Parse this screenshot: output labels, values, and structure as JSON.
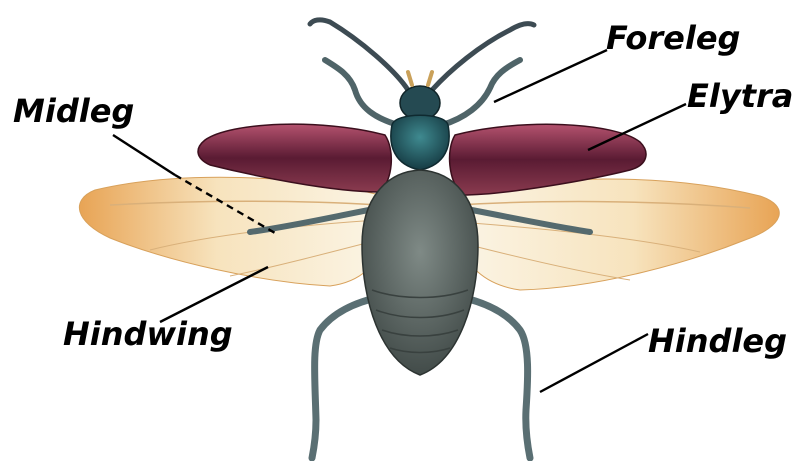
{
  "labels": {
    "foreleg": "Foreleg",
    "midleg": "Midleg",
    "elytra": "Elytra",
    "hindwing": "Hindwing",
    "hindleg": "Hindleg"
  },
  "colors": {
    "label_text": "#000000",
    "leader_line": "#000000",
    "elytra": "#6b2238",
    "elytra_highlight": "#c65a7a",
    "thorax": "#1f4f57",
    "abdomen": "#5f6b68",
    "wing_base": "#fbf3df",
    "wing_edge": "#e8a455",
    "leg": "#5e7377"
  }
}
